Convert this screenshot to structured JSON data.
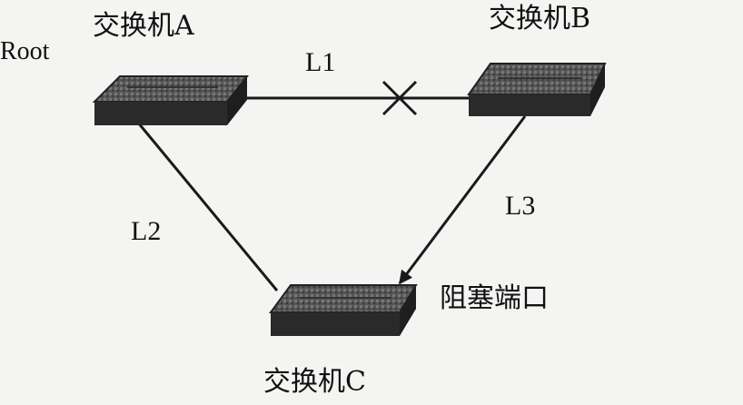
{
  "diagram": {
    "switches": {
      "a": {
        "label": "交换机A"
      },
      "b": {
        "label": "交换机B"
      },
      "c": {
        "label": "交换机C"
      }
    },
    "root_label": "Root",
    "links": {
      "l1": {
        "label": "L1",
        "blocked_marker": "cross"
      },
      "l2": {
        "label": "L2"
      },
      "l3": {
        "label": "L3"
      }
    },
    "blocked_port_label": "阻塞端口",
    "colors": {
      "line": "#1a1a1a",
      "switch_body": "#2a2a2a",
      "switch_top": "#6a6a6a",
      "background": "#f4f4f2"
    }
  }
}
